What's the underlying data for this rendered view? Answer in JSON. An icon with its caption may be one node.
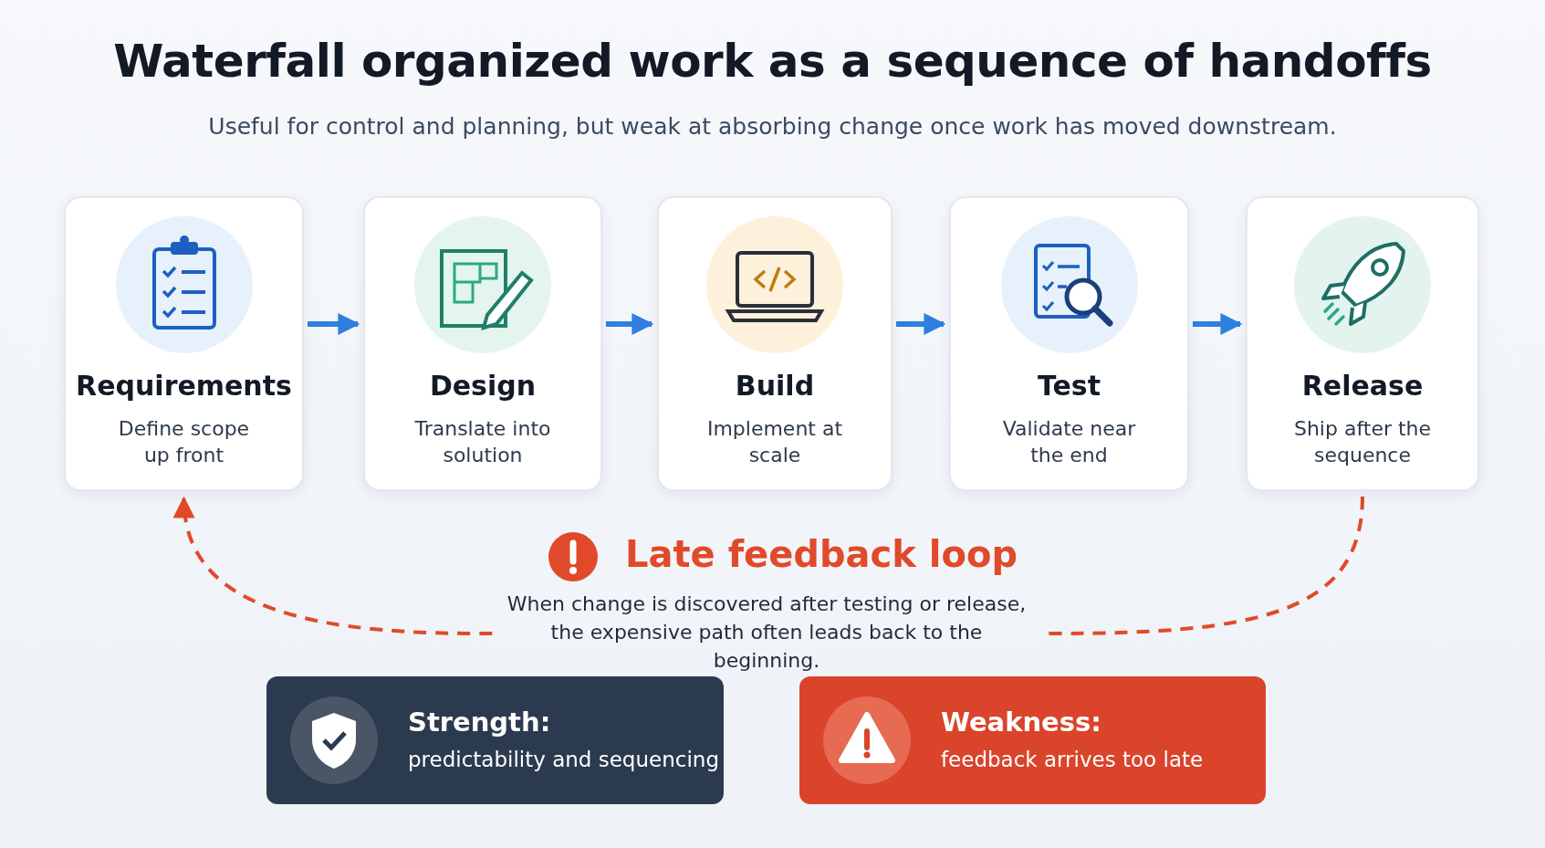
{
  "diagram": {
    "title": "Waterfall organized work as a sequence of handoffs",
    "caption": "Useful for control and planning, but weak at absorbing change once work has moved downstream.",
    "nodes": [
      {
        "text": [
          "Requirements",
          "Define scope up front"
        ]
      },
      {
        "text": [
          "Design",
          "Translate into solution"
        ]
      },
      {
        "text": [
          "Build",
          "Implement at scale"
        ]
      },
      {
        "text": [
          "Test",
          "Validate near the end"
        ]
      },
      {
        "text": [
          "Release",
          "Ship after the sequence"
        ]
      },
      {
        "text": [
          "Strength:",
          "predictability and sequencing"
        ]
      },
      {
        "text": [
          "Weakness:",
          "feedback arrives too late"
        ]
      }
    ],
    "edges": [
      {
        "from": 0,
        "to": 1,
        "arrow": "to"
      },
      {
        "from": 1,
        "to": 2,
        "arrow": "to"
      },
      {
        "from": 2,
        "to": 3,
        "arrow": "to"
      },
      {
        "from": 3,
        "to": 4,
        "arrow": "to"
      },
      {
        "from": 4,
        "to": 0,
        "arrow": "to",
        "style": "dashed",
        "color": "#e04a2a"
      }
    ],
    "labels": [
      "Late feedback loop",
      "When change is discovered after testing or release, the expensive path often leads back to the beginning."
    ]
  }
}
